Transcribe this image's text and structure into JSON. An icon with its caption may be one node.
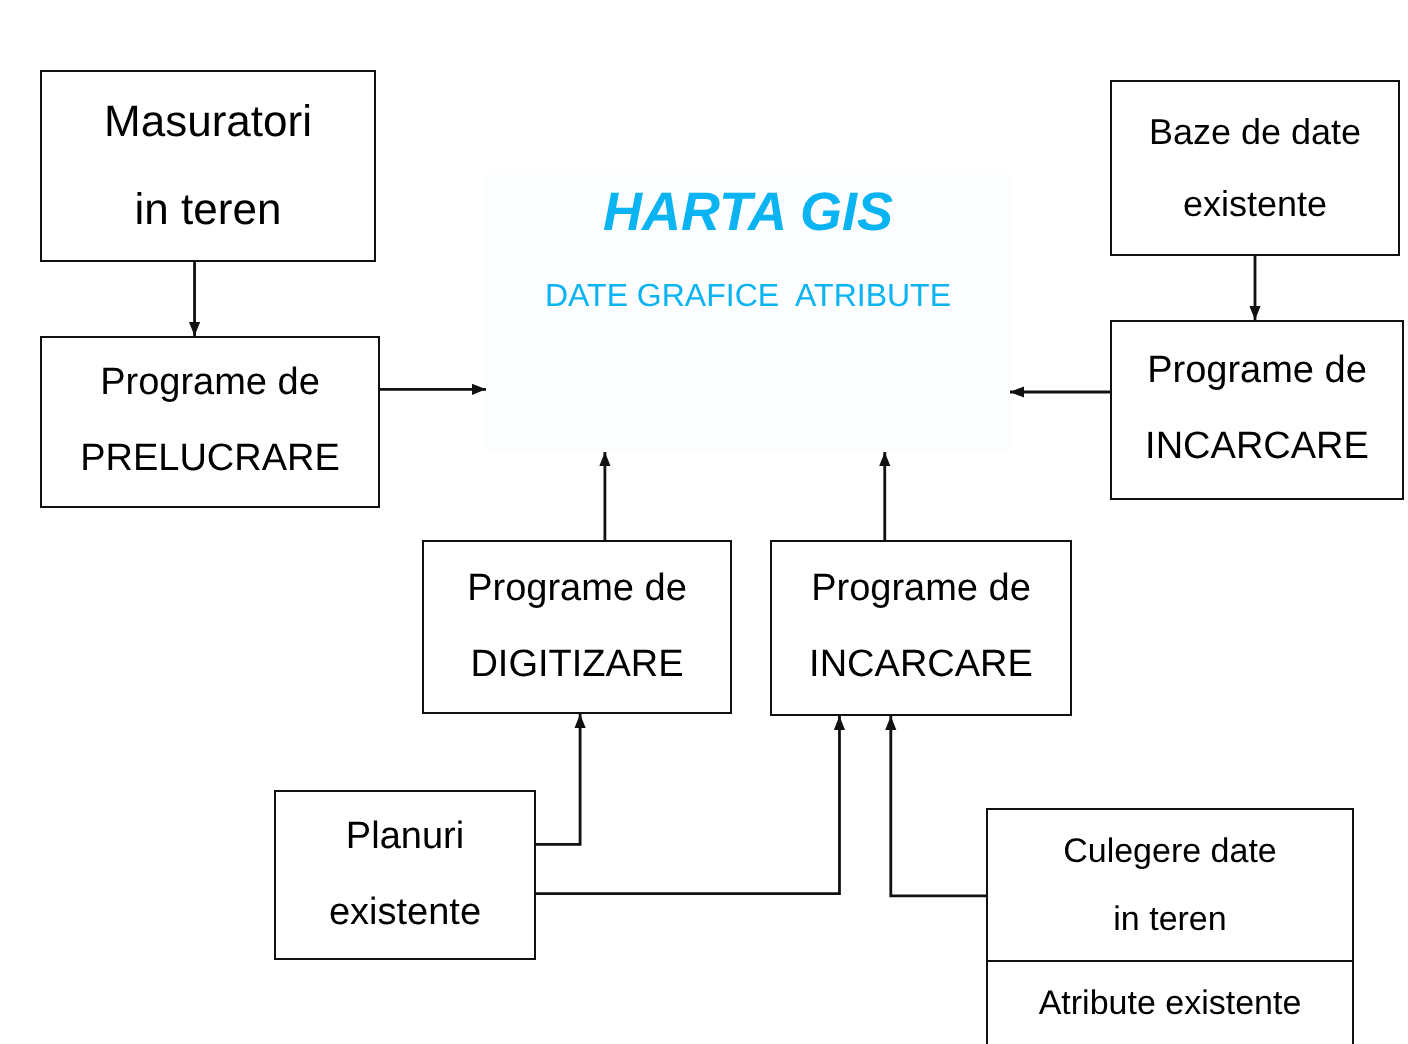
{
  "diagram": {
    "nodes": [
      {
        "text": [
          "Masuratori in teren"
        ]
      },
      {
        "text": [
          "Programe de PRELUCRARE"
        ]
      },
      {
        "text": [
          "HARTA GIS",
          "DATE GRAFICE  ATRIBUTE"
        ]
      },
      {
        "text": [
          "Baze de date existente"
        ]
      },
      {
        "text": [
          "Programe de INCARCARE"
        ]
      },
      {
        "text": [
          "Programe de DIGITIZARE"
        ]
      },
      {
        "text": [
          "Programe de INCARCARE"
        ]
      },
      {
        "text": [
          "Planuri existente"
        ]
      },
      {
        "text": [
          "Culegere date in teren"
        ]
      },
      {
        "text": [
          "Atribute existente"
        ]
      }
    ],
    "edges": [
      {
        "from": 0,
        "to": 1,
        "arrow": "to"
      },
      {
        "from": 1,
        "to": 2,
        "arrow": "to"
      },
      {
        "from": 3,
        "to": 4,
        "arrow": "to"
      },
      {
        "from": 4,
        "to": 2,
        "arrow": "to"
      },
      {
        "from": 5,
        "to": 2,
        "arrow": "to"
      },
      {
        "from": 6,
        "to": 2,
        "arrow": "to"
      },
      {
        "from": 7,
        "to": 5,
        "arrow": "to"
      },
      {
        "from": 7,
        "to": 6,
        "arrow": "to"
      },
      {
        "from": 8,
        "to": 6,
        "arrow": "to"
      }
    ]
  }
}
